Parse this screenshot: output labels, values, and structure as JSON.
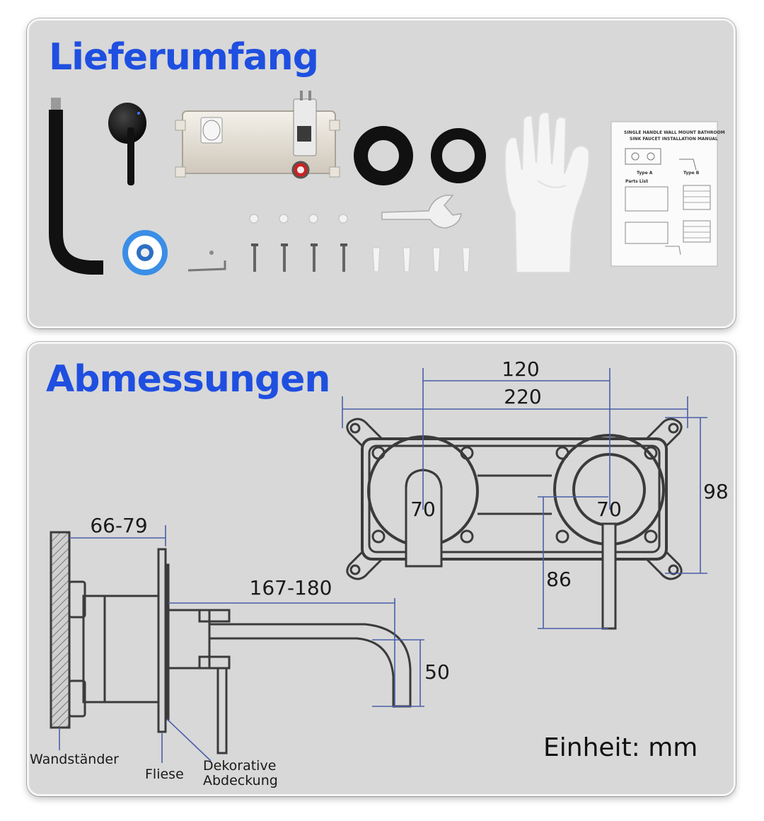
{
  "sections": {
    "contents": {
      "title": "Lieferumfang"
    },
    "dimensions": {
      "title": "Abmessungen"
    }
  },
  "manual": {
    "line1": "SINGLE HANDLE WALL MOUNT BATHROOM",
    "line2": "SINK FAUCET INSTALLATION MANUAL",
    "type_a": "Type A",
    "type_b": "Type B",
    "parts_list": "Parts List"
  },
  "dimensions": {
    "handle_spacing": "120",
    "plate_width": "220",
    "plate_height": "98",
    "left_diameter": "70",
    "right_diameter": "70",
    "handle_drop": "86",
    "wall_depth": "66-79",
    "spout_reach": "167-180",
    "spout_height": "50"
  },
  "labels": {
    "wall_stud": "Wandständer",
    "tile": "Fliese",
    "decorative_cover_line1": "Dekorative",
    "decorative_cover_line2": "Abdeckung",
    "unit": "Einheit: mm"
  },
  "colors": {
    "heading": "#1f4fe0",
    "dimension_line": "#4a5fa8",
    "panel": "#d8d8d8"
  }
}
